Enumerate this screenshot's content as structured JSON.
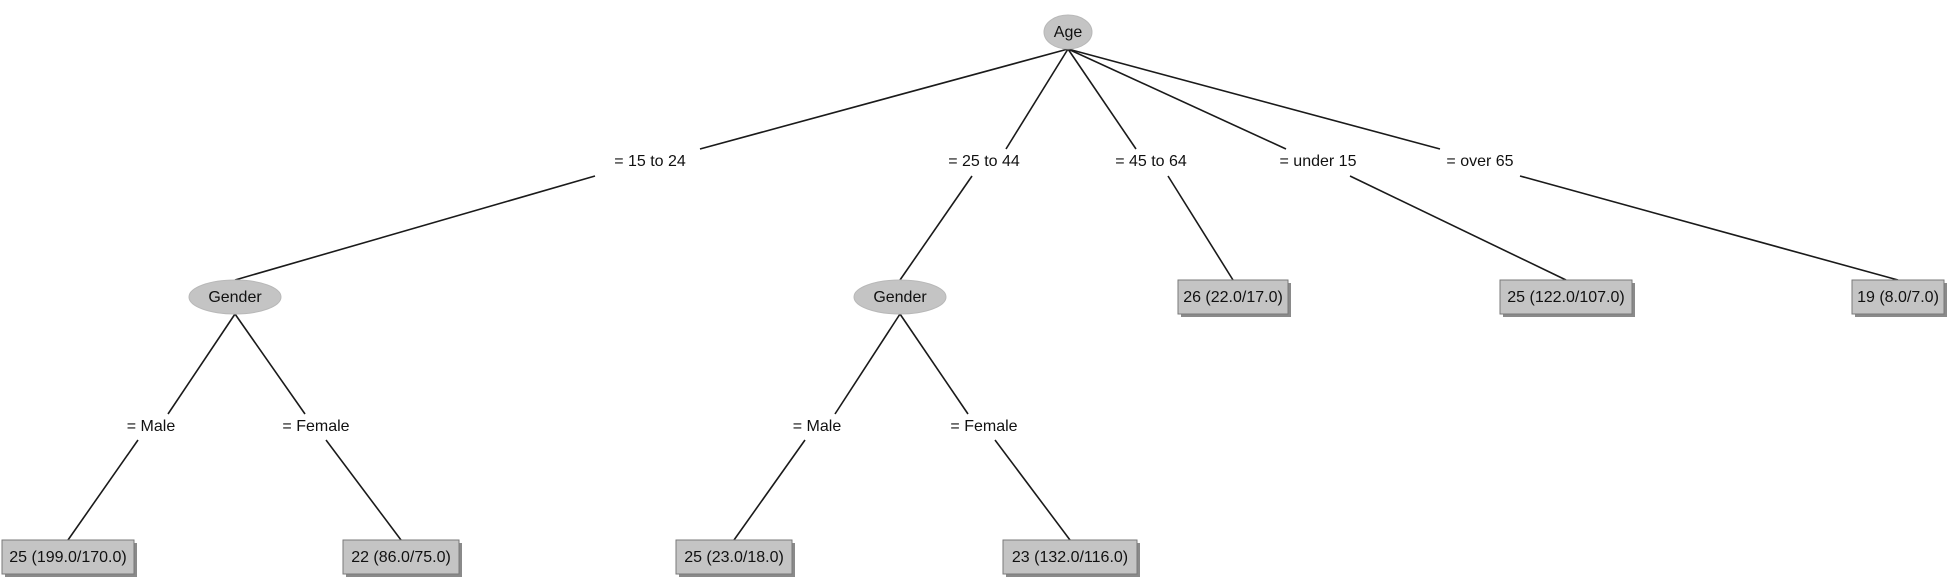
{
  "tree": {
    "nodes": [
      {
        "id": "age",
        "kind": "decision",
        "label": "Age"
      },
      {
        "id": "gender-a",
        "kind": "decision",
        "label": "Gender"
      },
      {
        "id": "gender-b",
        "kind": "decision",
        "label": "Gender"
      },
      {
        "id": "leaf-15-24-male",
        "kind": "leaf",
        "label": "25 (199.0/170.0)"
      },
      {
        "id": "leaf-15-24-female",
        "kind": "leaf",
        "label": "22 (86.0/75.0)"
      },
      {
        "id": "leaf-25-44-male",
        "kind": "leaf",
        "label": "25 (23.0/18.0)"
      },
      {
        "id": "leaf-25-44-female",
        "kind": "leaf",
        "label": "23 (132.0/116.0)"
      },
      {
        "id": "leaf-45-64",
        "kind": "leaf",
        "label": "26 (22.0/17.0)"
      },
      {
        "id": "leaf-under-15",
        "kind": "leaf",
        "label": "25 (122.0/107.0)"
      },
      {
        "id": "leaf-over-65",
        "kind": "leaf",
        "label": "19 (8.0/7.0)"
      }
    ],
    "edges": [
      {
        "id": "e-15-24",
        "from": "age",
        "to": "gender-a",
        "label": "= 15 to 24"
      },
      {
        "id": "e-25-44",
        "from": "age",
        "to": "gender-b",
        "label": "= 25 to 44"
      },
      {
        "id": "e-45-64",
        "from": "age",
        "to": "leaf-45-64",
        "label": "= 45 to 64"
      },
      {
        "id": "e-under-15",
        "from": "age",
        "to": "leaf-under-15",
        "label": "= under 15"
      },
      {
        "id": "e-over-65",
        "from": "age",
        "to": "leaf-over-65",
        "label": "= over 65"
      },
      {
        "id": "e-a-male",
        "from": "gender-a",
        "to": "leaf-15-24-male",
        "label": "= Male"
      },
      {
        "id": "e-a-female",
        "from": "gender-a",
        "to": "leaf-15-24-female",
        "label": "= Female"
      },
      {
        "id": "e-b-male",
        "from": "gender-b",
        "to": "leaf-25-44-male",
        "label": "= Male"
      },
      {
        "id": "e-b-female",
        "from": "gender-b",
        "to": "leaf-25-44-female",
        "label": "= Female"
      }
    ]
  }
}
